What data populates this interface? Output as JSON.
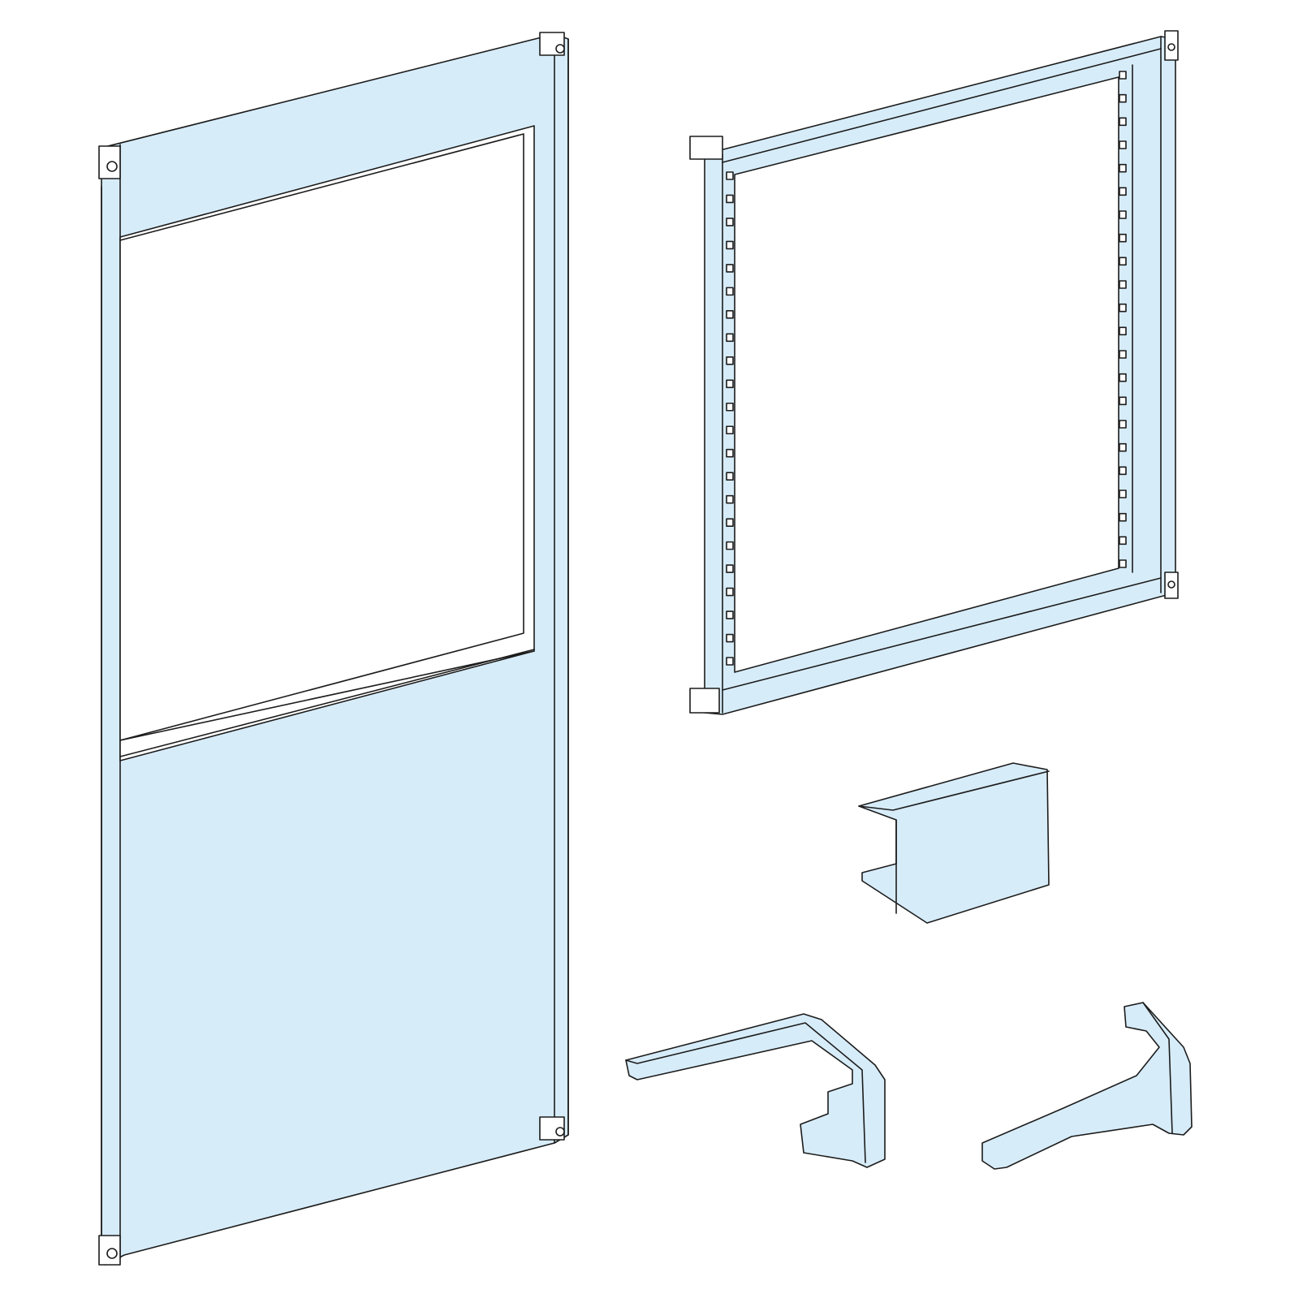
{
  "colors": {
    "part_fill": "#d7ecf9",
    "part_fill_dark": "#c4e0f3",
    "outline": "#1c1c1c",
    "background": "#ffffff",
    "opening": "#ffffff"
  },
  "parts": [
    {
      "name": "door-panel-with-window"
    },
    {
      "name": "mounting-frame"
    },
    {
      "name": "c-profile-clip"
    },
    {
      "name": "left-bracket"
    },
    {
      "name": "right-bracket"
    }
  ]
}
